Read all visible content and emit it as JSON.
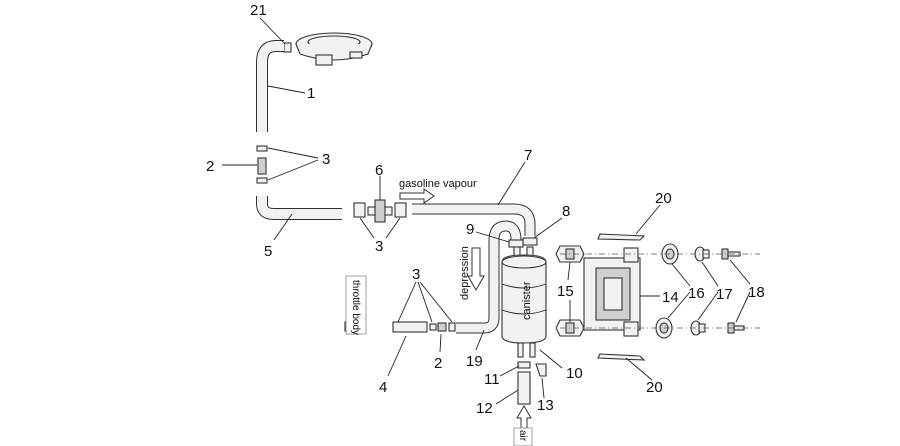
{
  "callouts": {
    "n1": "1",
    "n2a": "2",
    "n2b": "2",
    "n3a": "3",
    "n3b": "3",
    "n3c": "3",
    "n4": "4",
    "n5": "5",
    "n6": "6",
    "n7": "7",
    "n8": "8",
    "n9": "9",
    "n10": "10",
    "n11": "11",
    "n12": "12",
    "n13": "13",
    "n14": "14",
    "n15": "15",
    "n16": "16",
    "n17": "17",
    "n18": "18",
    "n19": "19",
    "n20a": "20",
    "n20b": "20",
    "n21": "21"
  },
  "labels": {
    "gasoline_vapour": "gasoline vapour",
    "depression": "depression",
    "canister": "canister",
    "throttle_body": "throttle body",
    "air": "air"
  }
}
